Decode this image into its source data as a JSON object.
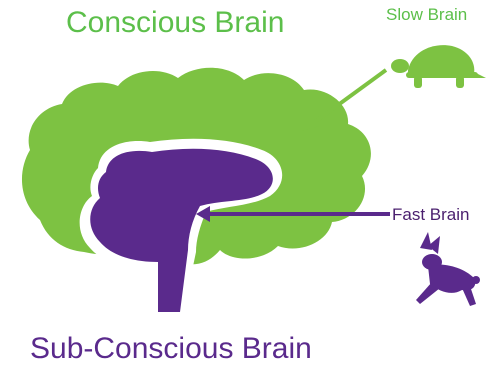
{
  "labels": {
    "conscious_brain": "Conscious Brain",
    "slow_brain": "Slow Brain",
    "fast_brain": "Fast Brain",
    "subconscious_brain": "Sub-Conscious Brain"
  },
  "colors": {
    "green": "#7dc242",
    "green_text": "#5cbf4a",
    "purple": "#5a2a8c",
    "purple_dark": "#4a1f6e"
  },
  "icons": {
    "slow": "turtle-icon",
    "fast": "rabbit-icon"
  }
}
